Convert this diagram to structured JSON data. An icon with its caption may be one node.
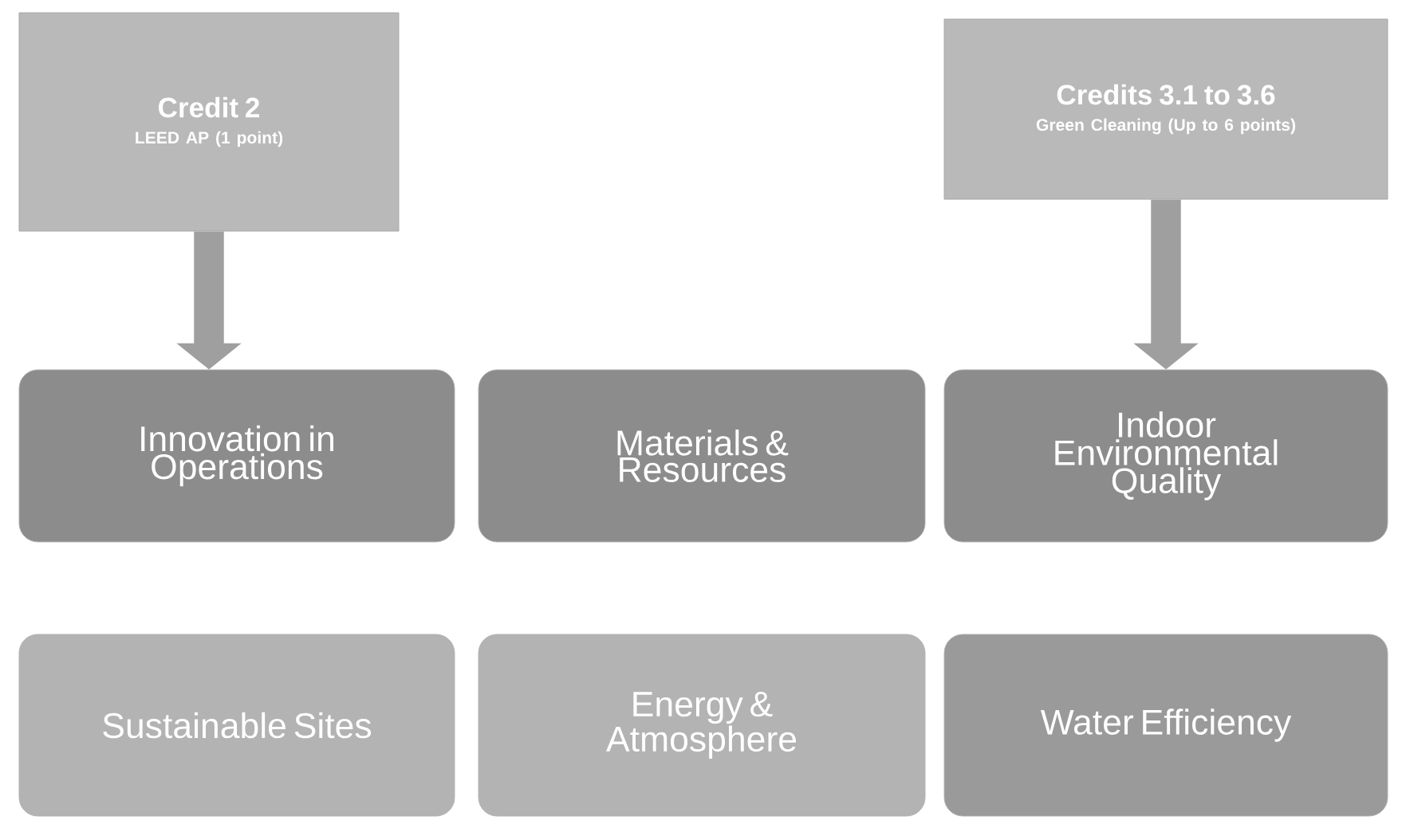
{
  "diagram": {
    "nodes": [
      {
        "text": [
          "Credit 2",
          "LEED AP (1 point)"
        ]
      },
      {
        "text": [
          "Credits 3.1 to 3.6",
          "Green Cleaning (Up to 6 points)"
        ]
      },
      {
        "text": [
          "Innovation in Operations"
        ]
      },
      {
        "text": [
          "Materials & Resources"
        ]
      },
      {
        "text": [
          "Indoor Environmental Quality"
        ]
      },
      {
        "text": [
          "Sustainable Sites"
        ]
      },
      {
        "text": [
          "Energy & Atmosphere"
        ]
      },
      {
        "text": [
          "Water Efficiency"
        ]
      }
    ],
    "edges": [
      {
        "from": 0,
        "to": 2,
        "arrow": "to"
      },
      {
        "from": 1,
        "to": 4,
        "arrow": "to"
      }
    ]
  }
}
